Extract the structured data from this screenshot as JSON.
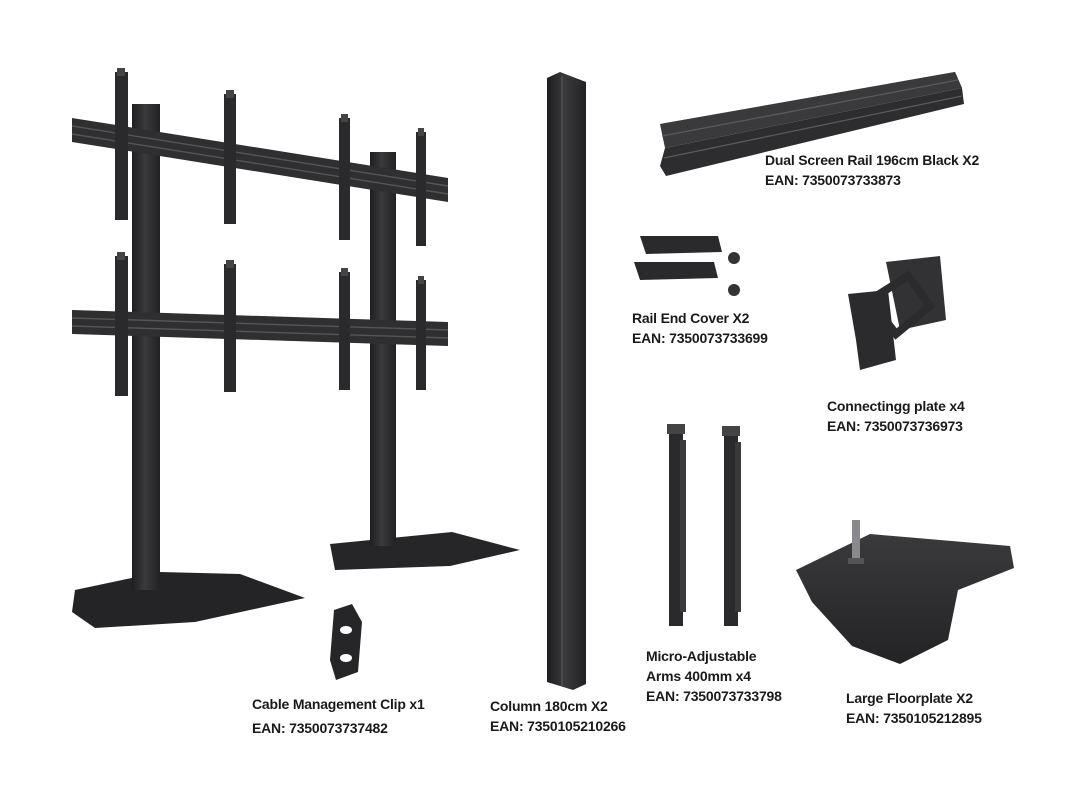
{
  "products": {
    "dual_rail": {
      "name": "Dual Screen Rail 196cm Black X2",
      "ean": "EAN: 7350073733873"
    },
    "rail_end_cover": {
      "name": "Rail End Cover X2",
      "ean": "EAN: 7350073733699"
    },
    "connecting_plate": {
      "name": "Connectingg plate x4",
      "ean": "EAN: 7350073736973"
    },
    "micro_arms": {
      "name_line1": "Micro-Adjustable",
      "name_line2": "Arms 400mm x4",
      "ean": "EAN: 7350073733798"
    },
    "floorplate": {
      "name": "Large Floorplate X2",
      "ean": "EAN: 7350105212895"
    },
    "column": {
      "name": "Column 180cm X2",
      "ean": "EAN: 7350105210266"
    },
    "cable_clip": {
      "name": "Cable Management Clip x1",
      "ean": "EAN: 7350073737482"
    }
  },
  "colors": {
    "product_black": "#2b2b2d",
    "product_dark": "#1c1c1e",
    "label_text": "#1a1a1a"
  }
}
